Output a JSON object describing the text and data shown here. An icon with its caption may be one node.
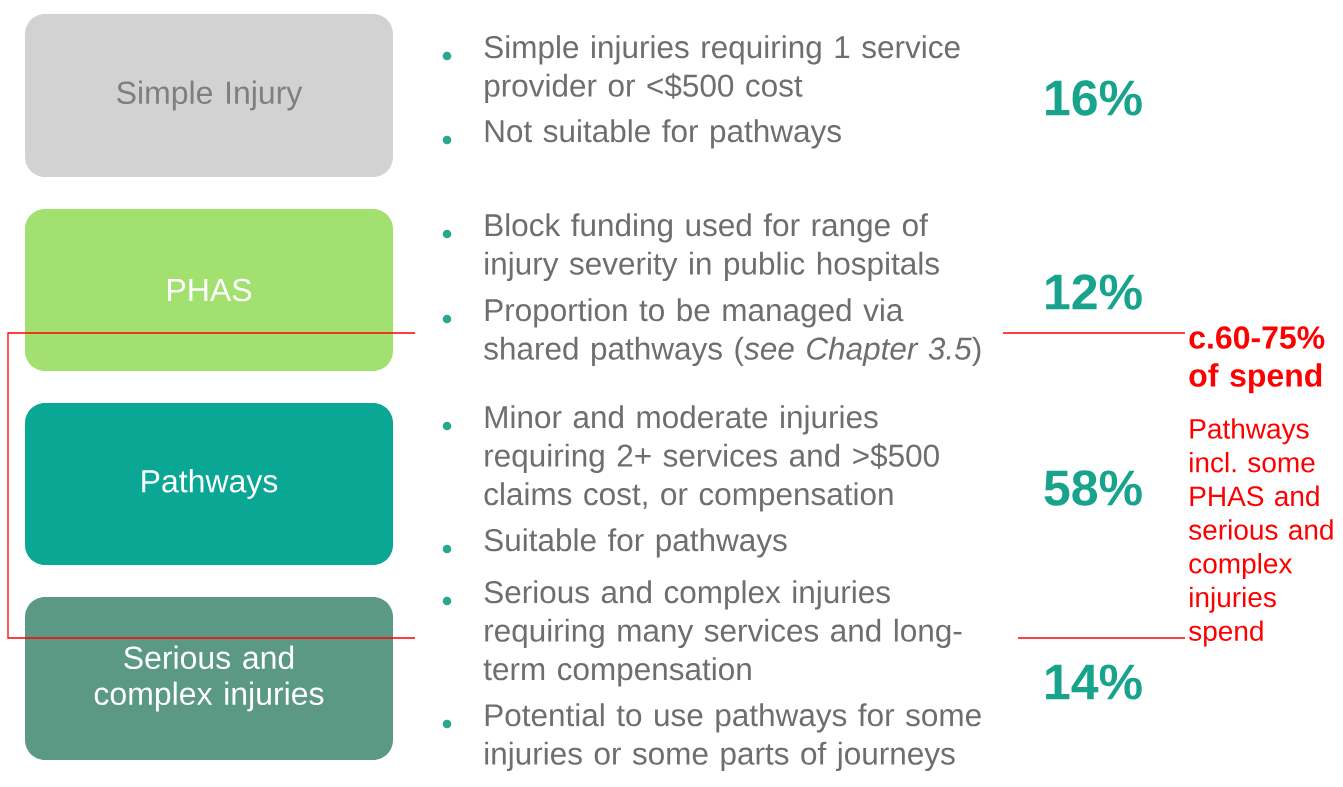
{
  "diagram": {
    "nodes": [
      {
        "text": [
          "Simple Injury"
        ]
      },
      {
        "text": [
          "PHAS"
        ]
      },
      {
        "text": [
          "Pathways"
        ]
      },
      {
        "text": [
          "Serious and complex injuries"
        ]
      }
    ],
    "labels": [
      "Simple injuries requiring 1 service provider or <$500 cost",
      "Not suitable for pathways",
      "16%",
      "Block funding used for range of injury severity in public hospitals",
      "Proportion to be managed via shared pathways (*see Chapter 3.5*)",
      "12%",
      "c.60-75% of spend",
      "Minor and moderate injuries requiring 2+ services and >$500 claims cost, or compensation",
      "Suitable for pathways",
      "58%",
      "Pathways incl. some PHAS and serious and complex injuries spend",
      "Serious and complex injuries requiring many services and long-term compensation",
      "Potential to use pathways for some injuries or some parts of journeys",
      "14%"
    ]
  }
}
